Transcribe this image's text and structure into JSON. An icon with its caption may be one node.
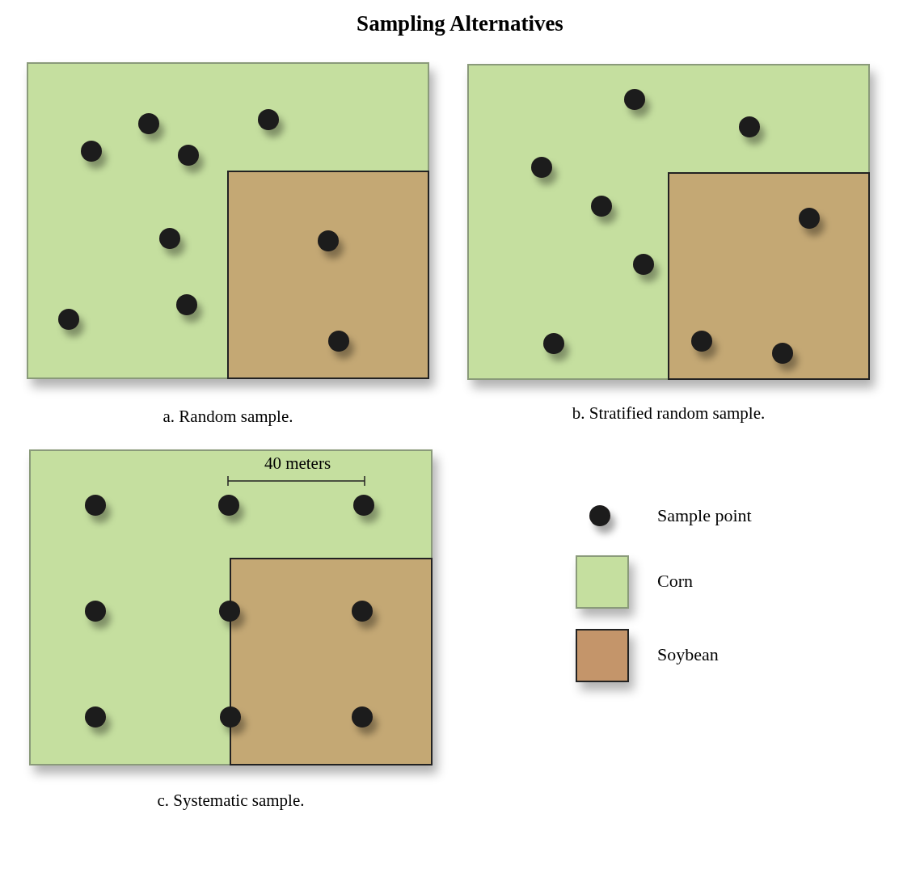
{
  "diagram": {
    "title": "Sampling Alternatives",
    "nodes": [
      {
        "text": [
          "a. Random sample."
        ]
      },
      {
        "text": [],
        "shape": "box",
        "in": 0
      },
      {
        "text": [
          "b. Stratified random sample."
        ]
      },
      {
        "text": [],
        "shape": "box",
        "in": 2
      },
      {
        "text": [
          "c. Systematic sample."
        ]
      },
      {
        "text": [],
        "shape": "box",
        "in": 4
      }
    ],
    "edges": [],
    "labels": [
      "40 meters"
    ],
    "legend": [
      {
        "text": "Sample point"
      },
      {
        "text": "Corn",
        "color": "#c5df9f"
      },
      {
        "text": "Soybean",
        "color": "#c4956a"
      }
    ]
  }
}
